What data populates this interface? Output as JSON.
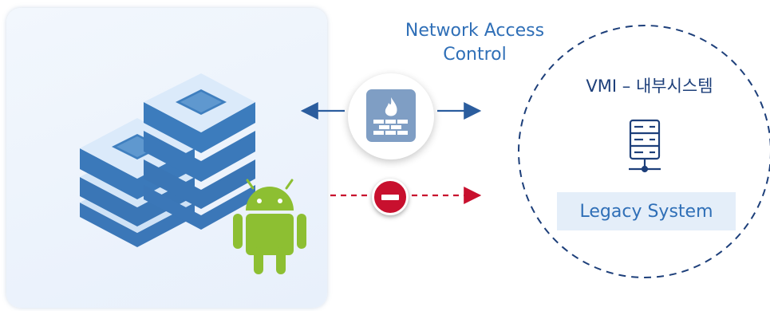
{
  "network_access_control": {
    "line1": "Network Access",
    "line2": "Control"
  },
  "vmi_system": {
    "title": "VMI – 내부시스템",
    "legacy_label": "Legacy System"
  },
  "icons": {
    "server_stack": "server-stack-icon",
    "android": "android-icon",
    "firewall": "firewall-icon",
    "blocked": "no-entry-icon",
    "server": "server-icon"
  },
  "colors": {
    "accent_blue": "#2f6fb7",
    "block_red": "#c8102e",
    "android_green": "#8dbf32",
    "circle_dash": "#1d3f7a"
  }
}
